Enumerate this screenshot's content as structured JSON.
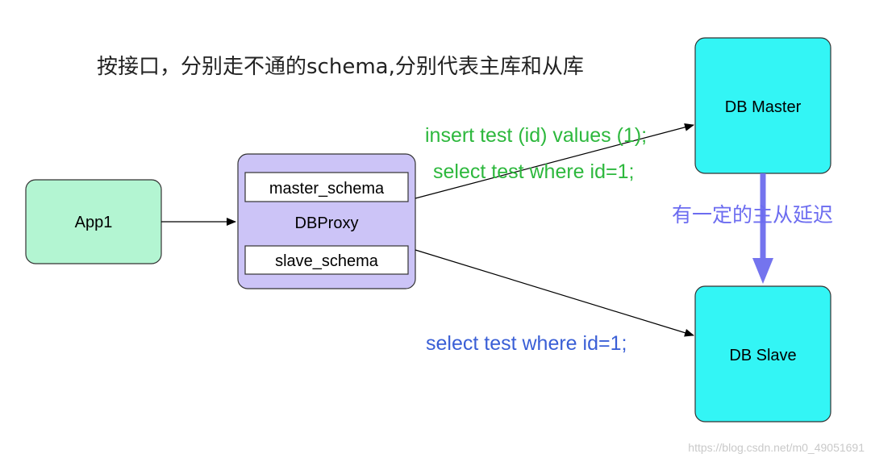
{
  "title": "按接口，分别走不通的schema,分别代表主库和从库",
  "nodes": {
    "app": {
      "label": "App1"
    },
    "proxy": {
      "label": "DBProxy"
    },
    "master_schema": {
      "label": "master_schema"
    },
    "slave_schema": {
      "label": "slave_schema"
    },
    "db_master": {
      "label": "DB Master"
    },
    "db_slave": {
      "label": "DB Slave"
    }
  },
  "edges": {
    "master_line1": "insert test (id) values (1);",
    "master_line2": "select test where id=1;",
    "slave_line": "select test where id=1;",
    "replication_delay": "有一定的主从延迟"
  },
  "watermark": "https://blog.csdn.net/m0_49051691",
  "colors": {
    "app_fill": "#b3f5d2",
    "proxy_fill": "#ccc4f7",
    "db_fill": "#33f5f5",
    "master_text": "#2db83d",
    "slave_text": "#3a5fd6",
    "delay_text": "#6c6cf0",
    "delay_arrow": "#7474ee"
  }
}
